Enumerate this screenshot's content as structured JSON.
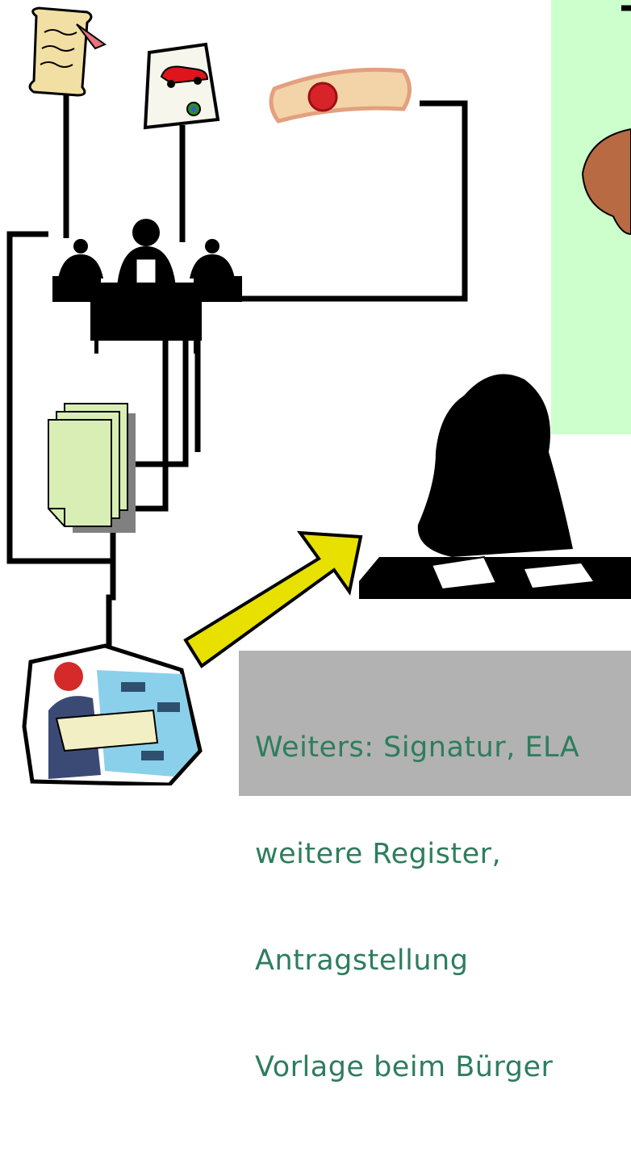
{
  "colors": {
    "panel_green": "#ccffcc",
    "box_grey": "#b2b2b2",
    "text_green": "#2e7d5e",
    "arrow_yellow": "#e8e000",
    "doc_green": "#d9eeb4"
  },
  "icons": [
    "scroll-quill-icon",
    "car-title-certificate-icon",
    "sealed-scroll-icon",
    "office-desk-people-icon",
    "stacked-documents-icon",
    "woman-writing-at-desk-icon",
    "map-reader-ships-icon",
    "yellow-arrow-icon"
  ],
  "text_box": {
    "lines": [
      "Weiters: Signatur, ELA",
      "weitere Register,",
      "Antragstellung",
      "Vorlage beim Bürger"
    ]
  }
}
